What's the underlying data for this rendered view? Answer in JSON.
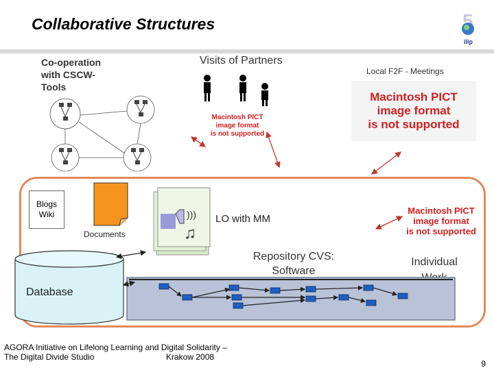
{
  "slide": {
    "title": "Collaborative Structures",
    "logo_text": "ilip",
    "cscw_label": "Co-operation with CSCW-Tools",
    "visits_label": "Visits of Partners",
    "f2f_label": "Local F2F - Meetings",
    "pict_line1": "Macintosh PICT",
    "pict_line2": "image format",
    "pict_line3": "is not supported",
    "blogs_label": "Blogs Wiki",
    "documents_label": "Documents",
    "lo_label": "LO with MM",
    "repository_label": "Repository CVS: Software",
    "individual_label": "Individual Work",
    "database_label": "Database",
    "footer_line1": "AGORA Initiative on Lifelong Learning and Digital Solidarity –",
    "footer_line2a": "The Digital Divide Studio",
    "footer_line2b": "Krakow 2008",
    "page_number": "9"
  },
  "colors": {
    "frame": "#e08a5a",
    "arrow": "#c0392b",
    "pict_text": "#d02020",
    "document_fill": "#f7941d",
    "repo_fill": "#b9c2d6",
    "node_fill": "#1f5fbf",
    "database_fill": "#d8f2f6"
  }
}
